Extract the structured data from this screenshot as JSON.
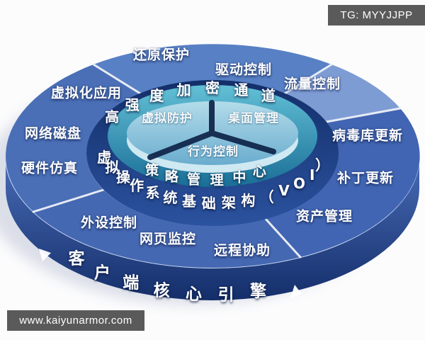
{
  "watermarks": {
    "top_right": "TG: MYYJJPP",
    "bottom_left": "www.kaiyunarmor.com"
  },
  "diagram": {
    "center_segments": [
      "虚拟防护",
      "桌面管理",
      "行为控制"
    ],
    "encryption_arc": "高强度加密通道",
    "policy_center_arc": "策略管理中心",
    "os_infrastructure_arc": "虚拟操作系统基础架构（VOI）",
    "core_engine_arc": "客户端核心引擎",
    "outer_labels": [
      "还原保护",
      "驱动控制",
      "流量控制",
      "病毒库更新",
      "补丁更新",
      "资产管理",
      "远程协助",
      "网页监控",
      "外设控制",
      "硬件仿真",
      "网络磁盘",
      "虚拟化应用"
    ],
    "colors": {
      "petal_left": "#4a6fb6",
      "petal_top": "#5880c4",
      "petal_top_right": "#7e9cd4",
      "petal_right": "#4165b2",
      "petal_bottom": "#4568b2",
      "ring_navy": "#1a3878",
      "teal_ring": "#2f96b6",
      "center_disc": "#8cc3dc",
      "rim_dark": "#17316e",
      "divider": "#0d2347",
      "watermark_bg": "#5a5a5a",
      "background": "#fcfcfd",
      "label_text": "#ffffff"
    }
  }
}
